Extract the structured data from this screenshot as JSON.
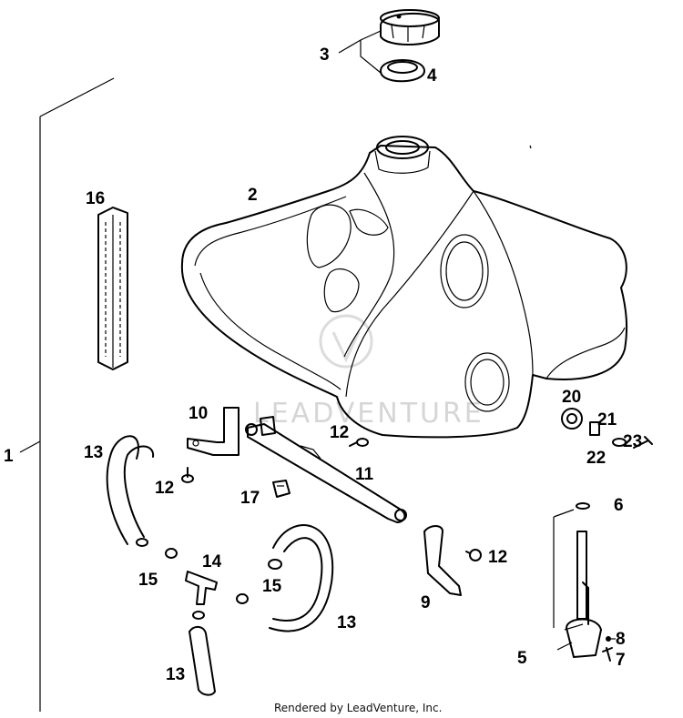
{
  "labels": {
    "p1": "1",
    "p2": "2",
    "p3": "3",
    "p4": "4",
    "p5": "5",
    "p6": "6",
    "p7": "7",
    "p8": "8",
    "p9": "9",
    "p10": "10",
    "p11": "11",
    "p12a": "12",
    "p12b": "12",
    "p12c": "12",
    "p13a": "13",
    "p13b": "13",
    "p13c": "13",
    "p14": "14",
    "p15a": "15",
    "p15b": "15",
    "p16": "16",
    "p17": "17",
    "p20": "20",
    "p21": "21",
    "p22": "22",
    "p23": "23"
  },
  "watermark": "LEADVENTURE",
  "footer": "Rendered by LeadVenture, Inc."
}
